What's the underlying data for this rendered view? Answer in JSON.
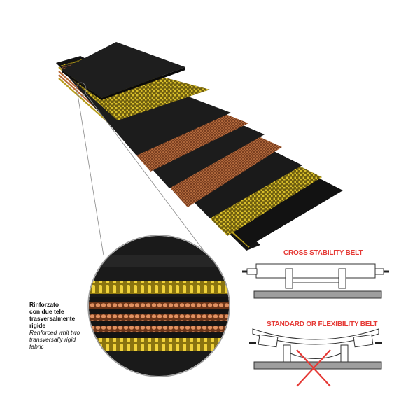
{
  "note": {
    "it_lines": [
      "Rinforzato",
      "con due tele",
      "trasversalmente",
      "rigide"
    ],
    "en_lines": [
      "Renforced whit two",
      "transversally rigid",
      "fabric"
    ]
  },
  "labels": {
    "cross": "CROSS STABILITY BELT",
    "standard": "STANDARD OR FLEXIBILITY BELT"
  },
  "colors": {
    "rubber": "#1b1b1b",
    "yellow_fabric": "#c9b020",
    "copper_fabric": "#b8683a",
    "accent_red": "#e53935",
    "idler_gray": "#9e9e9e"
  }
}
